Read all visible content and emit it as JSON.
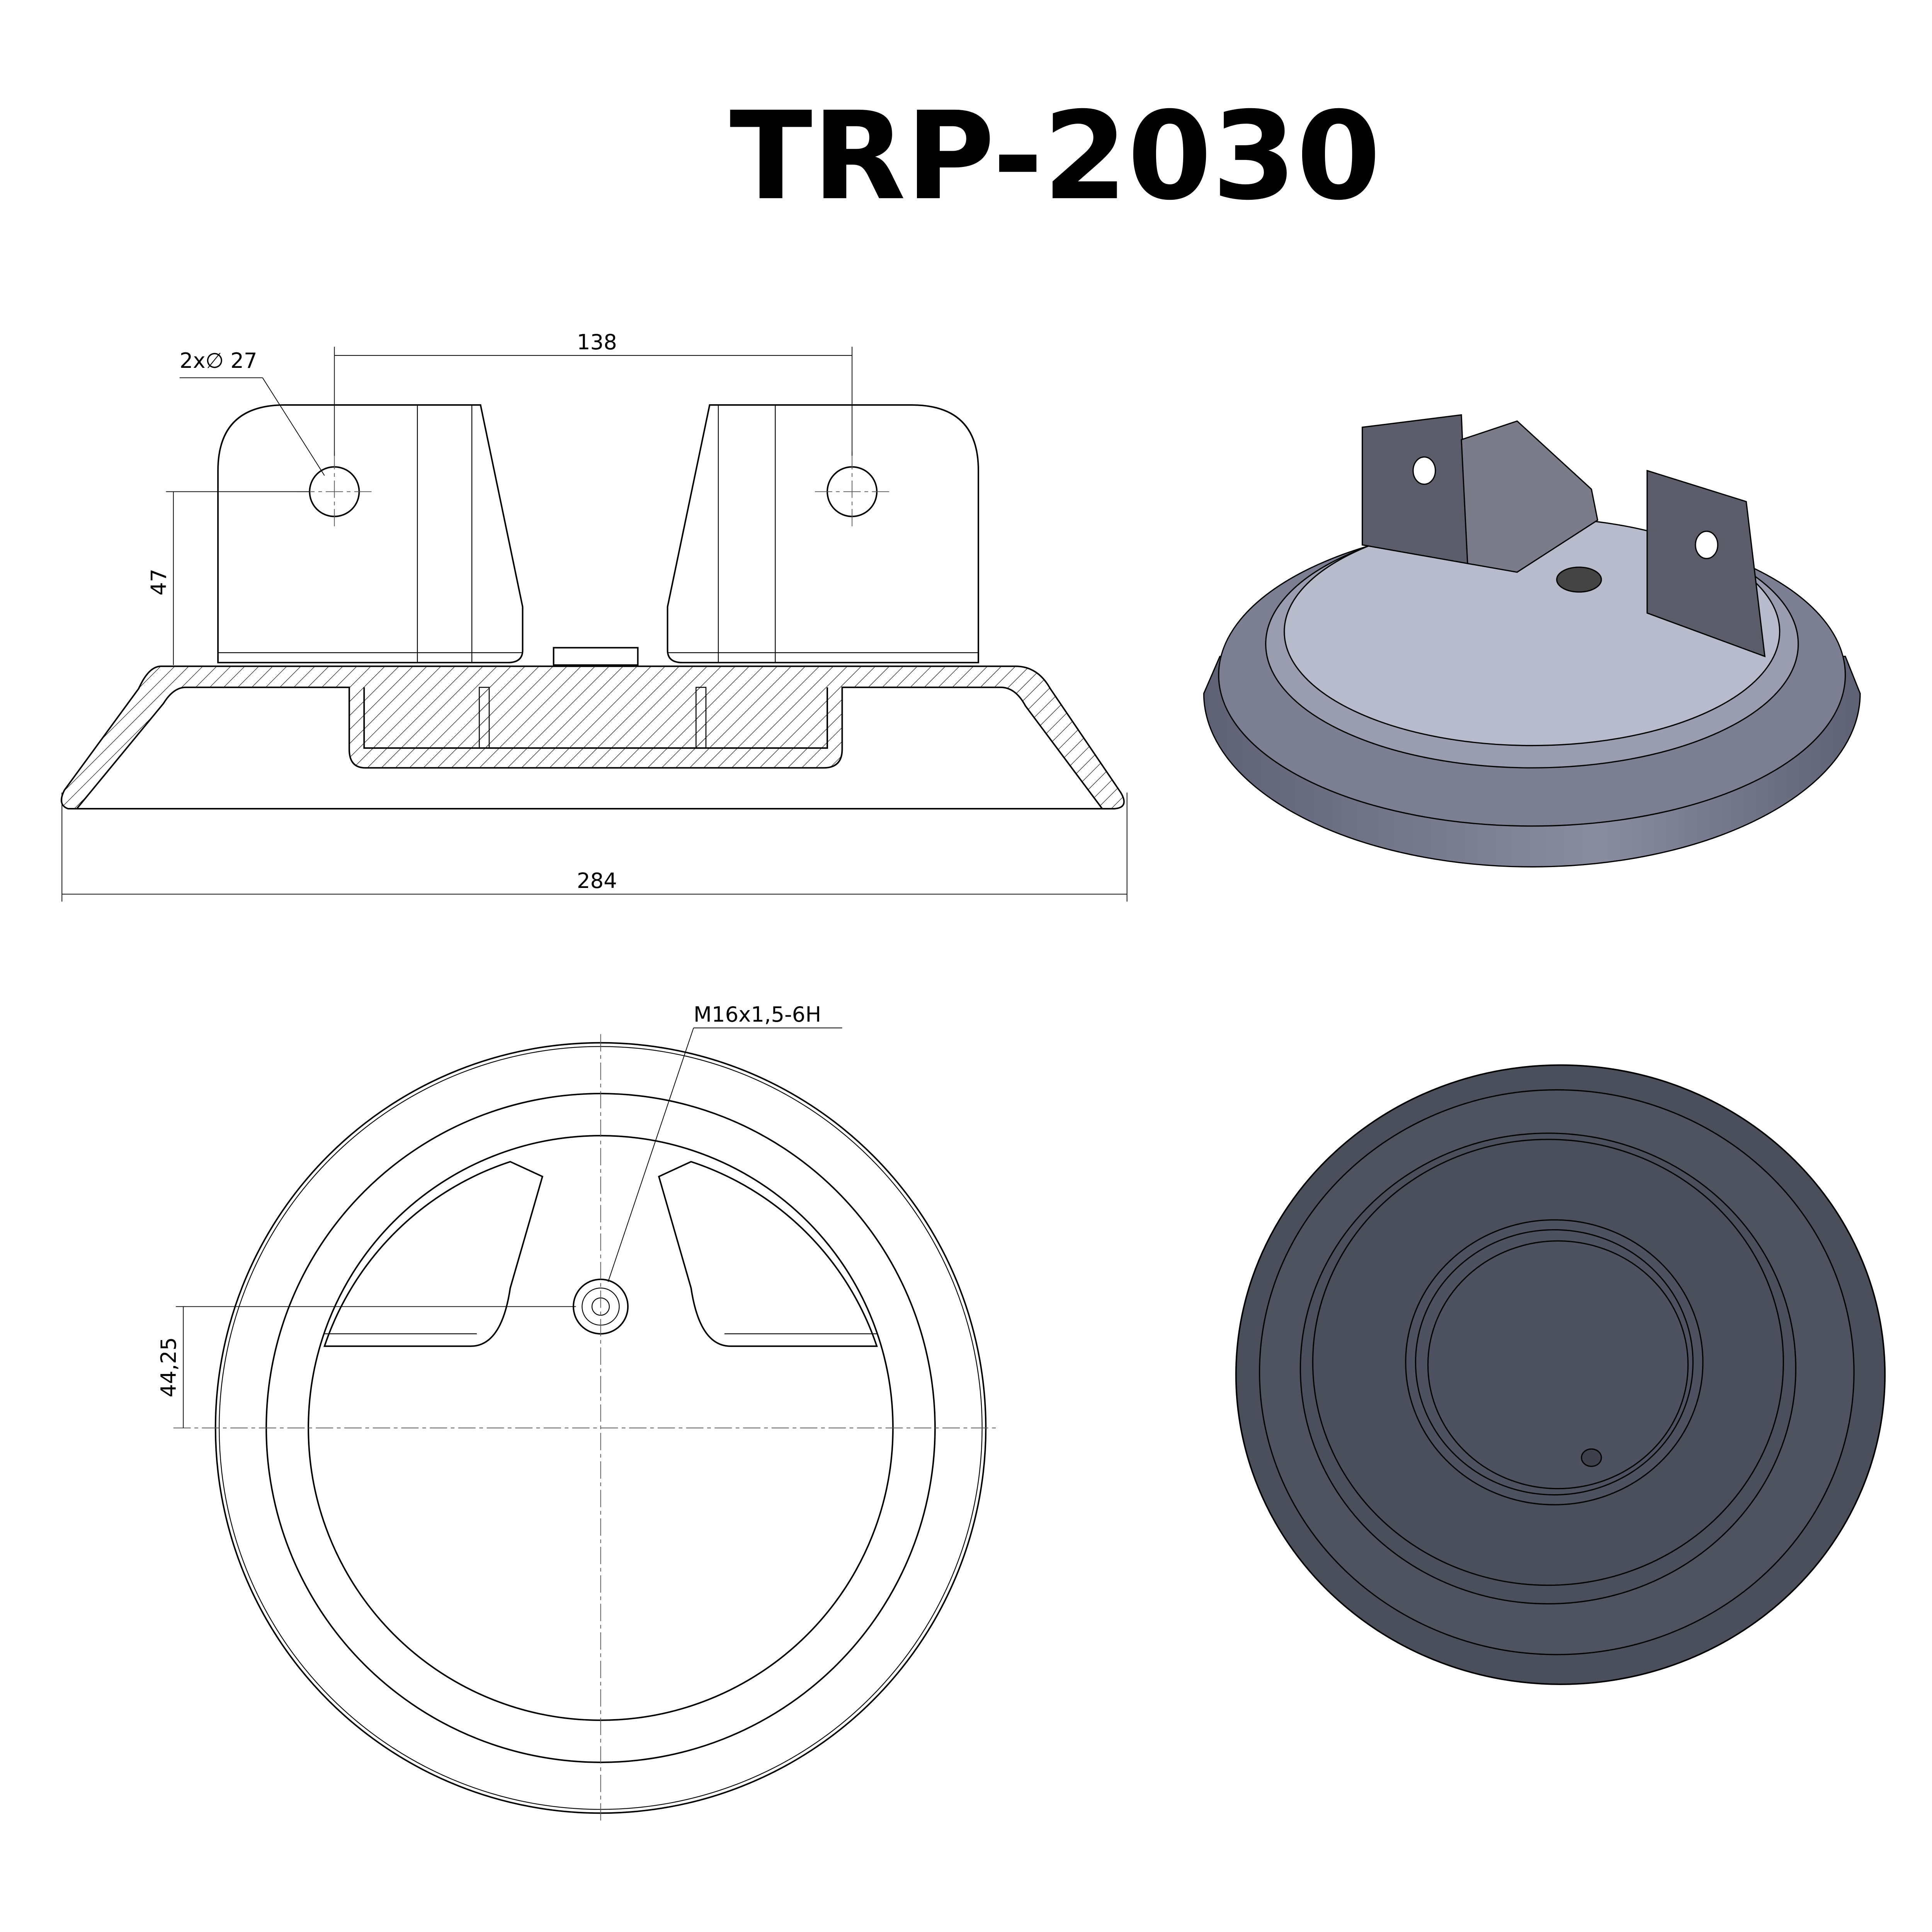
{
  "title": "TRP-2030",
  "side_view": {
    "hole_callout": "2x∅ 27",
    "hole_spacing": "138",
    "hole_height": "47",
    "overall_width": "284"
  },
  "top_view": {
    "thread_callout": "M16x1,5-6H",
    "hub_offset": "44,25"
  },
  "colors": {
    "iso_top_face": "#b8bbcc",
    "iso_body": "#6f7285",
    "iso_bracket": "#5b5d6b",
    "iso_bottom": "#4b4e5b"
  }
}
